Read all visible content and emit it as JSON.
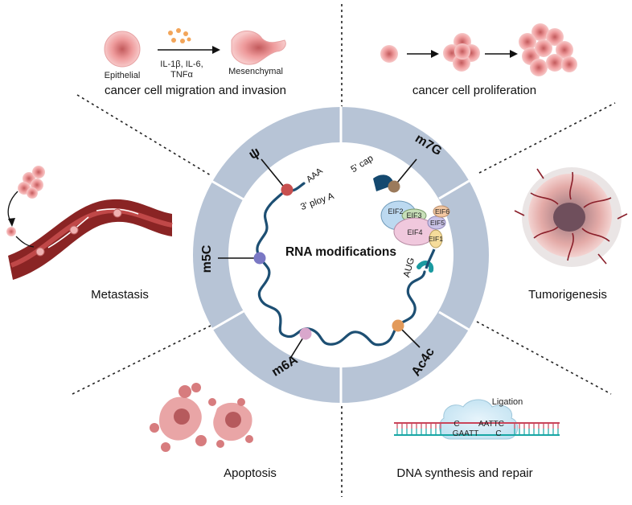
{
  "panels": {
    "emt": {
      "title": "cancer cell migration and invasion",
      "epithelial": "Epithelial",
      "cytokines_line1": "IL-1β, IL-6,",
      "cytokines_line2": "TNFα",
      "mesenchymal": "Mesenchymal"
    },
    "proliferation": {
      "title": "cancer cell proliferation"
    },
    "metastasis": {
      "title": "Metastasis"
    },
    "tumorigenesis": {
      "title": "Tumorigenesis"
    },
    "apoptosis": {
      "title": "Apoptosis"
    },
    "dna": {
      "title": "DNA synthesis and repair",
      "ligation": "Ligation",
      "seq_top_left": "C",
      "seq_bottom_left": "GAATT",
      "seq_top_right": "AATTC",
      "seq_bottom_right": "C"
    }
  },
  "ring": {
    "center_label": "RNA modifications",
    "modifications": {
      "psi": "ψ",
      "m7g": "m7G",
      "m5c": "m5C",
      "m6a": "m6A",
      "ac4c": "Ac4c"
    },
    "rna_labels": {
      "cap": "5' cap",
      "aaa": "AAA",
      "polya": "3' ploy A",
      "aug": "AUG"
    },
    "factors": {
      "eif2": "EIF2",
      "eif3": "EIF3",
      "eif4": "EIF4",
      "eif5": "EIF5",
      "eif6": "EIF6",
      "eif1": "EIF1"
    }
  },
  "colors": {
    "ring": "#b7c4d6",
    "rna": "#1d4f73",
    "psi_dot": "#c8504f",
    "m7g_dot": "#9b7a5b",
    "m5c_dot": "#7a78c4",
    "m6a_dot": "#d9a7cc",
    "ac4c_dot": "#e39a5a",
    "cell": "#e98f90",
    "vessel": "#8a2424"
  }
}
